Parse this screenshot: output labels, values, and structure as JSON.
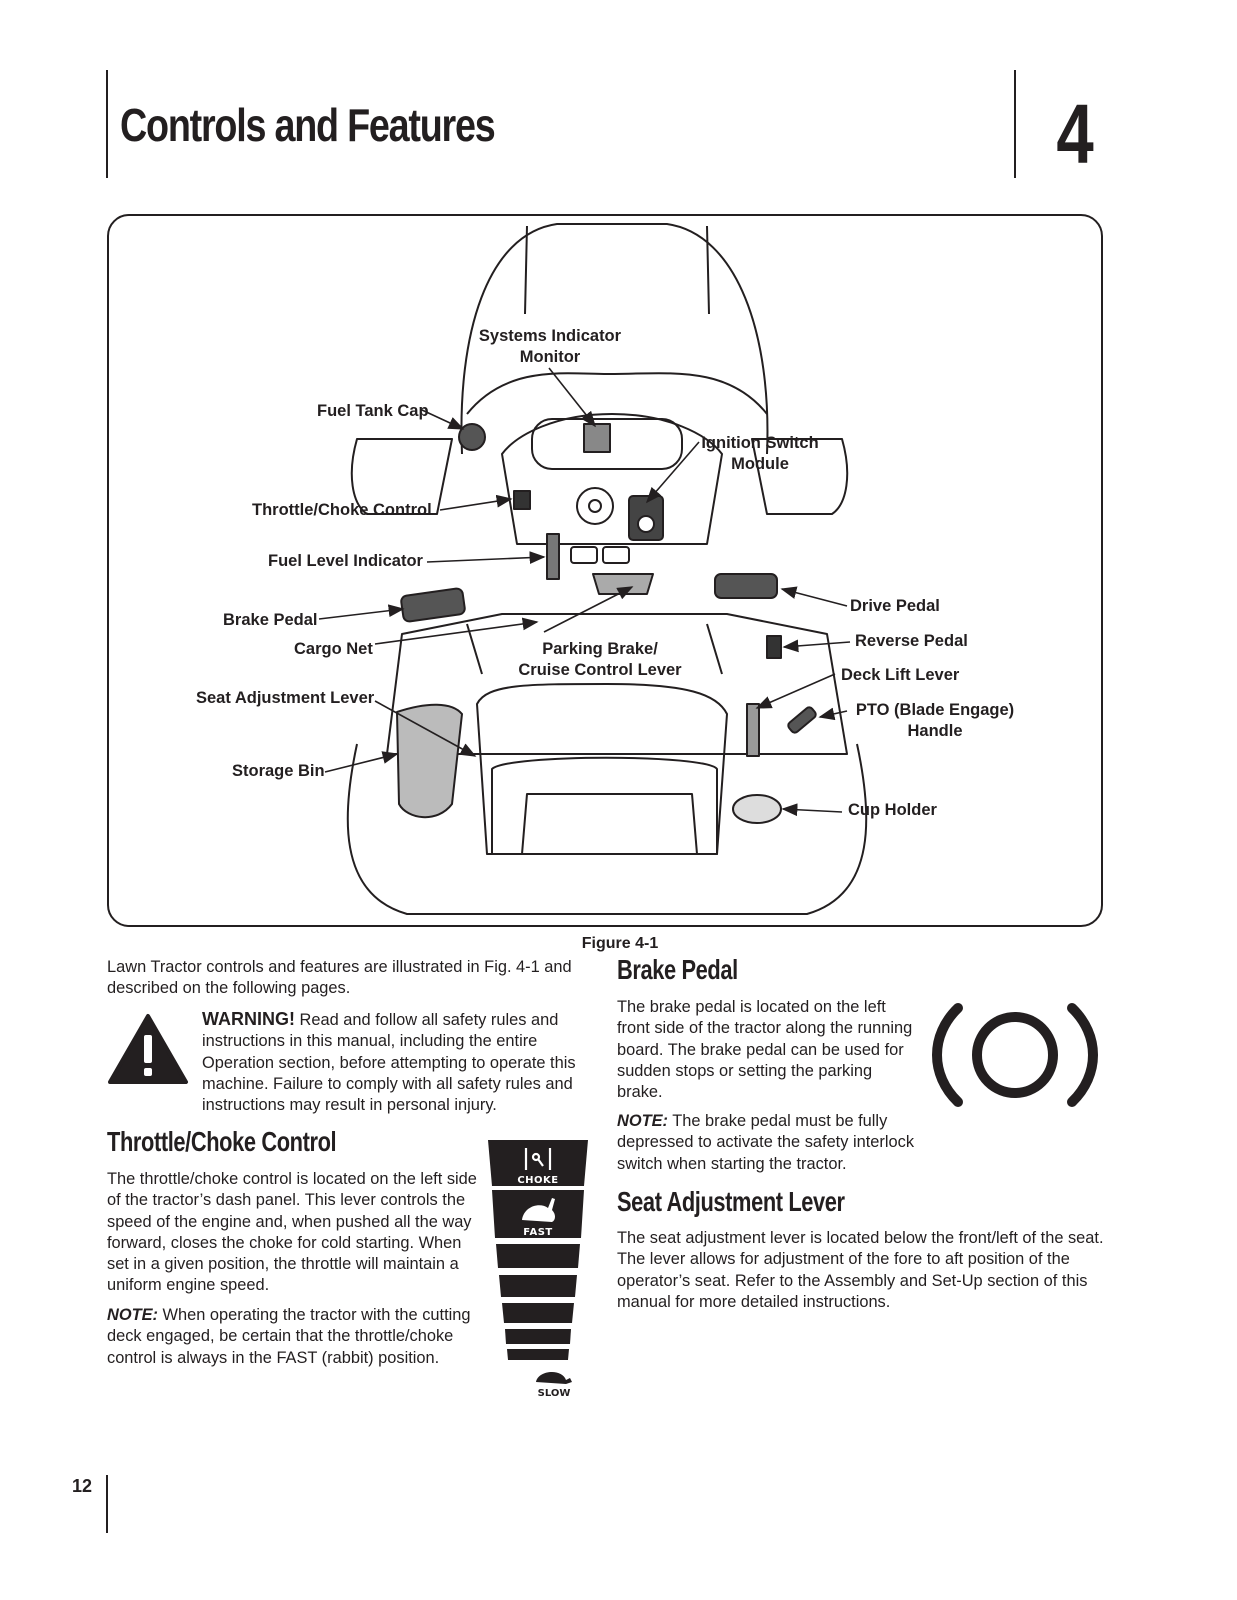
{
  "header": {
    "title": "Controls and Features",
    "chapter_number": "4"
  },
  "figure": {
    "labels": {
      "systems_indicator": "Systems Indicator\nMonitor",
      "fuel_tank_cap": "Fuel Tank Cap",
      "ignition_switch": "Ignition Switch\nModule",
      "throttle_choke": "Throttle/Choke Control",
      "fuel_level": "Fuel Level Indicator",
      "brake_pedal": "Brake Pedal",
      "drive_pedal": "Drive Pedal",
      "cargo_net": "Cargo Net",
      "parking_brake": "Parking Brake/\nCruise Control Lever",
      "reverse_pedal": "Reverse Pedal",
      "deck_lift": "Deck Lift Lever",
      "seat_adjustment": "Seat Adjustment Lever",
      "pto": "PTO (Blade Engage)\nHandle",
      "storage_bin": "Storage Bin",
      "cup_holder": "Cup Holder"
    },
    "caption": "Figure 4-1"
  },
  "intro": {
    "text": "Lawn Tractor controls and features are illustrated in Fig. 4-1 and described on the following pages."
  },
  "warning": {
    "label": "WARNING!",
    "text": " Read and follow all safety rules and instructions in this manual, including the entire Operation section, before attempting to operate this machine. Failure to comply with all safety rules and instructions may result in personal injury.",
    "icon": "warning-triangle-icon"
  },
  "throttle_section": {
    "heading": "Throttle/Choke Control",
    "body": "The throttle/choke control is located on the left side of the tractor’s dash panel. This lever controls the speed of the engine and, when pushed all the way forward, closes the choke for cold starting. When set in a given position, the throttle will maintain a uniform engine speed.",
    "note_label": "NOTE:",
    "note_text": " When operating the tractor with the cutting deck engaged, be certain that the throttle/choke control is always in the FAST (rabbit) position.",
    "strip": {
      "choke": "CHOKE",
      "fast": "FAST",
      "slow": "SLOW"
    }
  },
  "brake_section": {
    "heading": "Brake Pedal",
    "body": "The brake pedal is located on the left front side of the tractor along the running board. The brake pedal can be used for sudden stops or setting the parking brake.",
    "note_label": "NOTE:",
    "note_text": " The brake pedal must be fully depressed to activate the safety interlock switch when starting the tractor.",
    "icon": "brake-symbol-icon"
  },
  "seat_section": {
    "heading": "Seat Adjustment Lever",
    "body": "The seat adjustment lever is located below the front/left of the seat. The lever allows for adjustment of the fore to aft position of the operator’s seat. Refer to the Assembly and Set-Up section of this manual for more detailed instructions."
  },
  "footer": {
    "page_number": "12"
  }
}
